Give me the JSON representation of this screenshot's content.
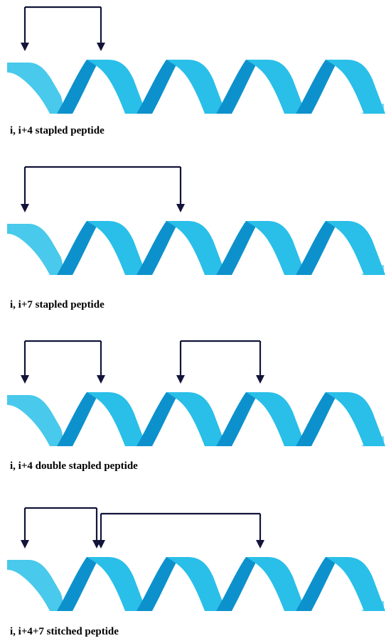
{
  "colors": {
    "helix_light": "#29bfe8",
    "helix_dark": "#0d91cc",
    "staple": "#12143a"
  },
  "panels": [
    {
      "caption": "i, i+4 stapled peptide",
      "staples": [
        {
          "from_turn": 0,
          "span_turns": 1
        }
      ]
    },
    {
      "caption": "i, i+7 stapled peptide",
      "staples": [
        {
          "from_turn": 0,
          "span_turns": 2
        }
      ]
    },
    {
      "caption": "i, i+4 double stapled peptide",
      "staples": [
        {
          "from_turn": 0,
          "span_turns": 1
        },
        {
          "from_turn": 2,
          "span_turns": 1
        }
      ]
    },
    {
      "caption": "i, i+4+7  stitched  peptide",
      "staples": [
        {
          "from_turn": 0,
          "span_turns": 1
        },
        {
          "from_turn": 1,
          "span_turns": 2
        }
      ]
    }
  ]
}
